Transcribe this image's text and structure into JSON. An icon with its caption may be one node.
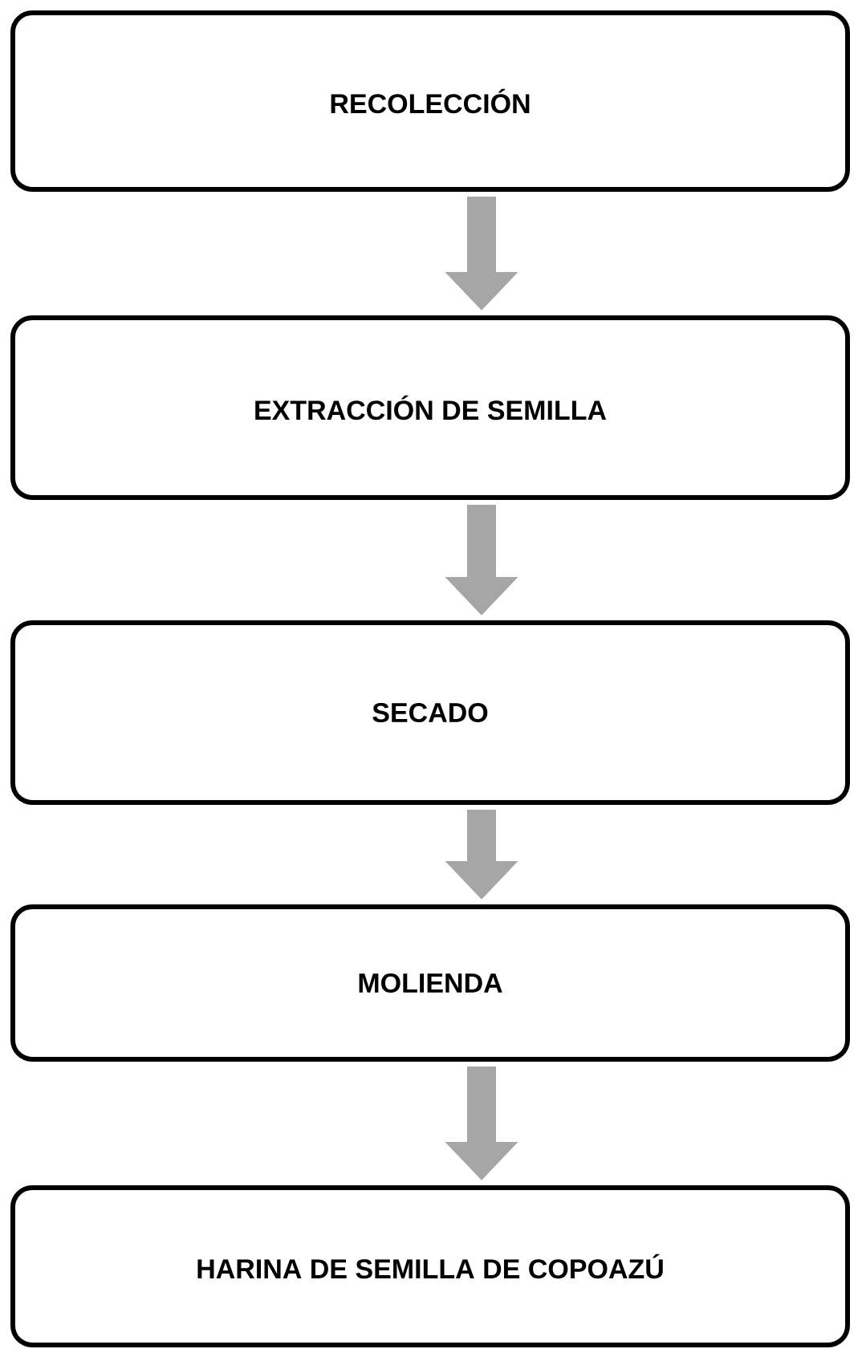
{
  "diagram": {
    "nodes": [
      {
        "text": [
          "RECOLECCIÓN"
        ]
      },
      {
        "text": [
          "EXTRACCIÓN DE SEMILLA"
        ]
      },
      {
        "text": [
          "SECADO"
        ]
      },
      {
        "text": [
          "MOLIENDA"
        ]
      },
      {
        "text": [
          "HARINA DE SEMILLA DE COPOAZÚ"
        ]
      }
    ],
    "edges": [
      {
        "from": 0,
        "to": 1,
        "arrow": "to"
      },
      {
        "from": 1,
        "to": 2,
        "arrow": "to"
      },
      {
        "from": 2,
        "to": 3,
        "arrow": "to"
      },
      {
        "from": 3,
        "to": 4,
        "arrow": "to"
      }
    ]
  }
}
